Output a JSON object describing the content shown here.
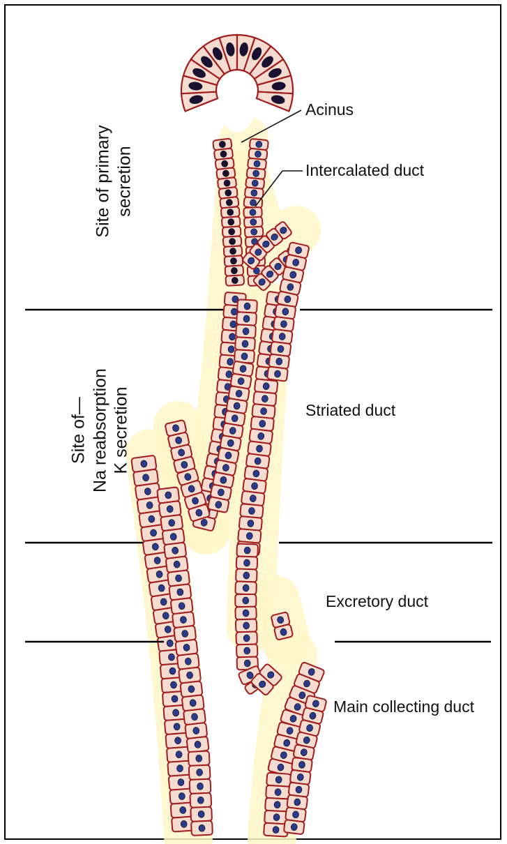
{
  "labels": {
    "acinus": "Acinus",
    "intercalated_duct": "Intercalated duct",
    "striated_duct": "Striated duct",
    "excretory_duct": "Excretory duct",
    "main_collecting_duct": "Main collecting duct"
  },
  "side_labels": {
    "primary_line1": "Site of primary",
    "primary_line2": "secretion",
    "reabsorption_line1": "Site of—",
    "reabsorption_line2": "Na reabsorption",
    "reabsorption_line3": "K secretion"
  },
  "colors": {
    "cell_outline": "#a01c1c",
    "cell_fill": "#f6dcd0",
    "nucleus_blue": "#2c3a8c",
    "nucleus_dark": "#1a1030",
    "lumen_glow": "#fff6c8",
    "divider": "#000000"
  }
}
